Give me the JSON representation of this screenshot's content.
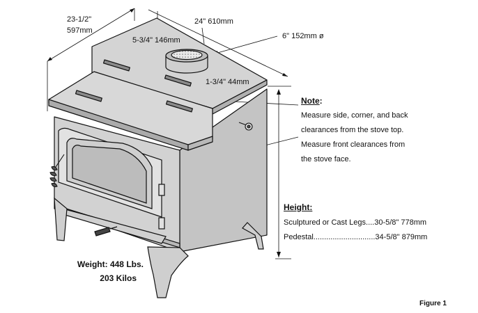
{
  "dimensions": {
    "width_in": "23-1/2\"",
    "width_mm": "597mm",
    "depth": "24\" 610mm",
    "flue_offset": "5-3/4\" 146mm",
    "flue_diameter": "6\" 152mm ø",
    "flue_height": "1-3/4\" 44mm"
  },
  "note": {
    "title": "Note",
    "title_suffix": ":",
    "lines": [
      "Measure side, corner, and back",
      "clearances from the stove top.",
      "Measure front clearances from",
      "the stove face."
    ]
  },
  "height": {
    "title": "Height:",
    "lines": [
      "Sculptured or Cast Legs....30-5/8\" 778mm",
      "Pedestal.............................34-5/8\" 879mm"
    ]
  },
  "weight": {
    "lbs": "Weight: 448 Lbs.",
    "kilos": "203 Kilos"
  },
  "figure_label": "Figure 1",
  "colors": {
    "stove_fill": "#c9c9c9",
    "stove_light": "#dedede",
    "stove_dark": "#a8a8a8",
    "line": "#111111"
  }
}
